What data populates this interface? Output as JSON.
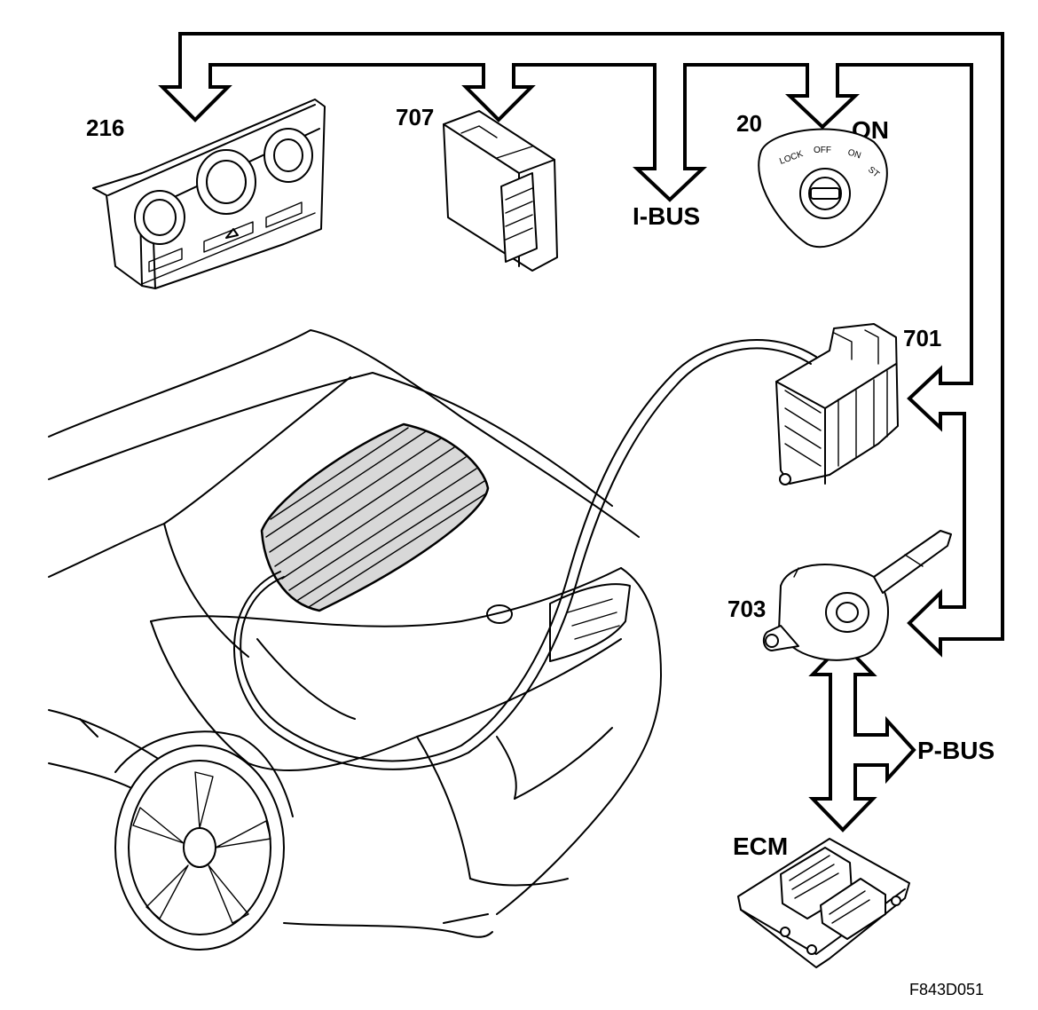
{
  "labels": {
    "hvac_panel": "216",
    "module_707": "707",
    "ignition_switch": "20",
    "ignition_on": "ON",
    "ibus": "I-BUS",
    "module_701": "701",
    "module_703": "703",
    "pbus": "P-BUS",
    "ecm": "ECM",
    "figure_code": "F843D051"
  },
  "ignition_positions": [
    "LOCK",
    "OFF",
    "ON",
    "ST"
  ]
}
